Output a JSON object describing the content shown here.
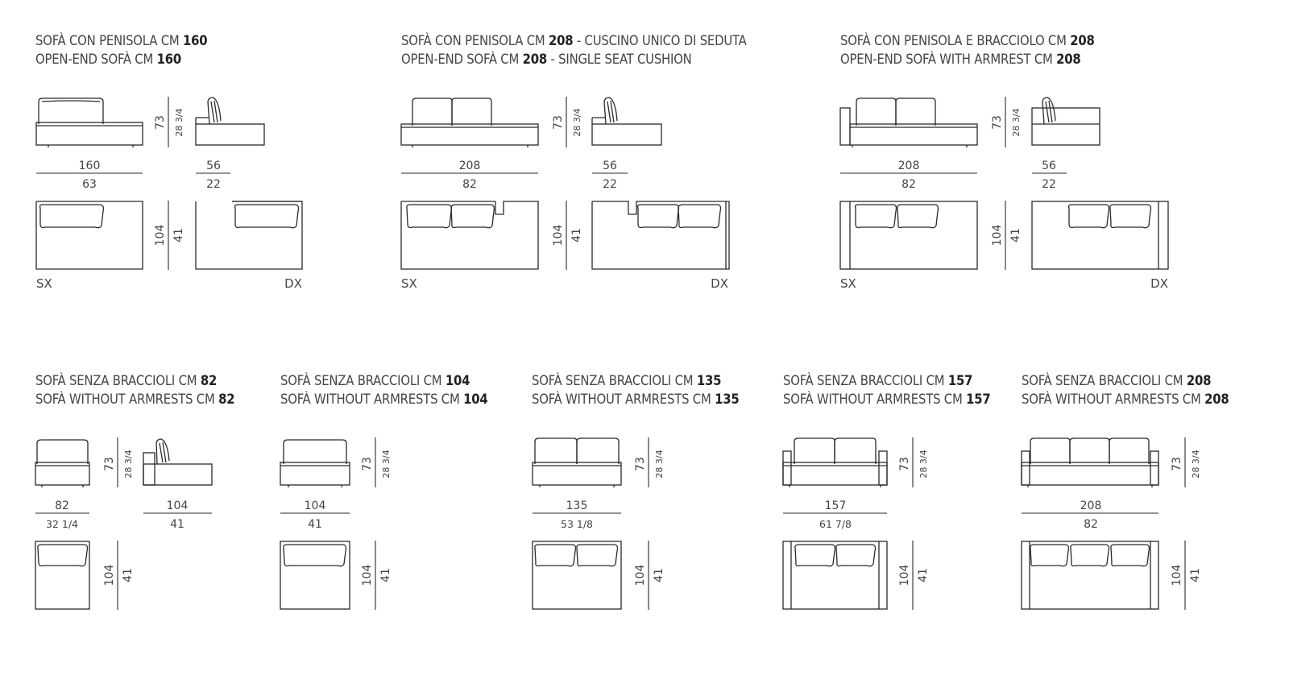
{
  "sections": [
    {
      "it_prefix": "SOFÀ CON PENISOLA CM ",
      "it_bold": "160",
      "it_suffix": "",
      "en_prefix": "OPEN-END SOFÀ CM ",
      "en_bold": "160",
      "en_suffix": "",
      "width_cm": "160",
      "width_in": "63",
      "depth_cm": "56",
      "depth_in": "22",
      "height_cm": "73",
      "height_in": "28 3/4",
      "plan_cm": "104",
      "plan_in": "41",
      "left_label": "SX",
      "right_label": "DX"
    },
    {
      "it_prefix": "SOFÀ CON PENISOLA CM ",
      "it_bold": "208",
      "it_suffix": " - CUSCINO UNICO DI SEDUTA",
      "en_prefix": "OPEN-END SOFÀ CM ",
      "en_bold": "208",
      "en_suffix": " - SINGLE SEAT CUSHION",
      "width_cm": "208",
      "width_in": "82",
      "depth_cm": "56",
      "depth_in": "22",
      "height_cm": "73",
      "height_in": "28 3/4",
      "plan_cm": "104",
      "plan_in": "41",
      "left_label": "SX",
      "right_label": "DX"
    },
    {
      "it_prefix": "SOFÀ CON PENISOLA E BRACCIOLO CM ",
      "it_bold": "208",
      "it_suffix": "",
      "en_prefix": "OPEN-END SOFÀ WITH ARMREST CM ",
      "en_bold": "208",
      "en_suffix": "",
      "width_cm": "208",
      "width_in": "82",
      "depth_cm": "56",
      "depth_in": "22",
      "height_cm": "73",
      "height_in": "28 3/4",
      "plan_cm": "104",
      "plan_in": "41",
      "left_label": "SX",
      "right_label": "DX"
    },
    {
      "it_prefix": "SOFÀ SENZA BRACCIOLI CM ",
      "it_bold": "82",
      "it_suffix": "",
      "en_prefix": "SOFÀ WITHOUT ARMRESTS CM ",
      "en_bold": "82",
      "en_suffix": "",
      "width_cm": "82",
      "width_in": "32 1/4",
      "depth_cm": "104",
      "depth_in": "41",
      "height_cm": "73",
      "height_in": "28 3/4",
      "plan_cm": "104",
      "plan_in": "41"
    },
    {
      "it_prefix": "SOFÀ SENZA BRACCIOLI CM ",
      "it_bold": "104",
      "it_suffix": "",
      "en_prefix": "SOFÀ WITHOUT ARMRESTS CM ",
      "en_bold": "104",
      "en_suffix": "",
      "width_cm": "104",
      "width_in": "41",
      "height_cm": "73",
      "height_in": "28 3/4",
      "plan_cm": "104",
      "plan_in": "41"
    },
    {
      "it_prefix": "SOFÀ SENZA BRACCIOLI CM ",
      "it_bold": "135",
      "it_suffix": "",
      "en_prefix": "SOFÀ WITHOUT ARMRESTS CM ",
      "en_bold": "135",
      "en_suffix": "",
      "width_cm": "135",
      "width_in": "53 1/8",
      "height_cm": "73",
      "height_in": "28 3/4",
      "plan_cm": "104",
      "plan_in": "41"
    },
    {
      "it_prefix": "SOFÀ SENZA BRACCIOLI CM ",
      "it_bold": "157",
      "it_suffix": "",
      "en_prefix": "SOFÀ WITHOUT ARMRESTS CM ",
      "en_bold": "157",
      "en_suffix": "",
      "width_cm": "157",
      "width_in": "61 7/8",
      "height_cm": "73",
      "height_in": "28 3/4",
      "plan_cm": "104",
      "plan_in": "41"
    },
    {
      "it_prefix": "SOFÀ SENZA BRACCIOLI CM ",
      "it_bold": "208",
      "it_suffix": "",
      "en_prefix": "SOFÀ WITHOUT ARMRESTS CM ",
      "en_bold": "208",
      "en_suffix": "",
      "width_cm": "208",
      "width_in": "82",
      "height_cm": "73",
      "height_in": "28 3/4",
      "plan_cm": "104",
      "plan_in": "41"
    }
  ],
  "line_color": "#2a2a2a"
}
